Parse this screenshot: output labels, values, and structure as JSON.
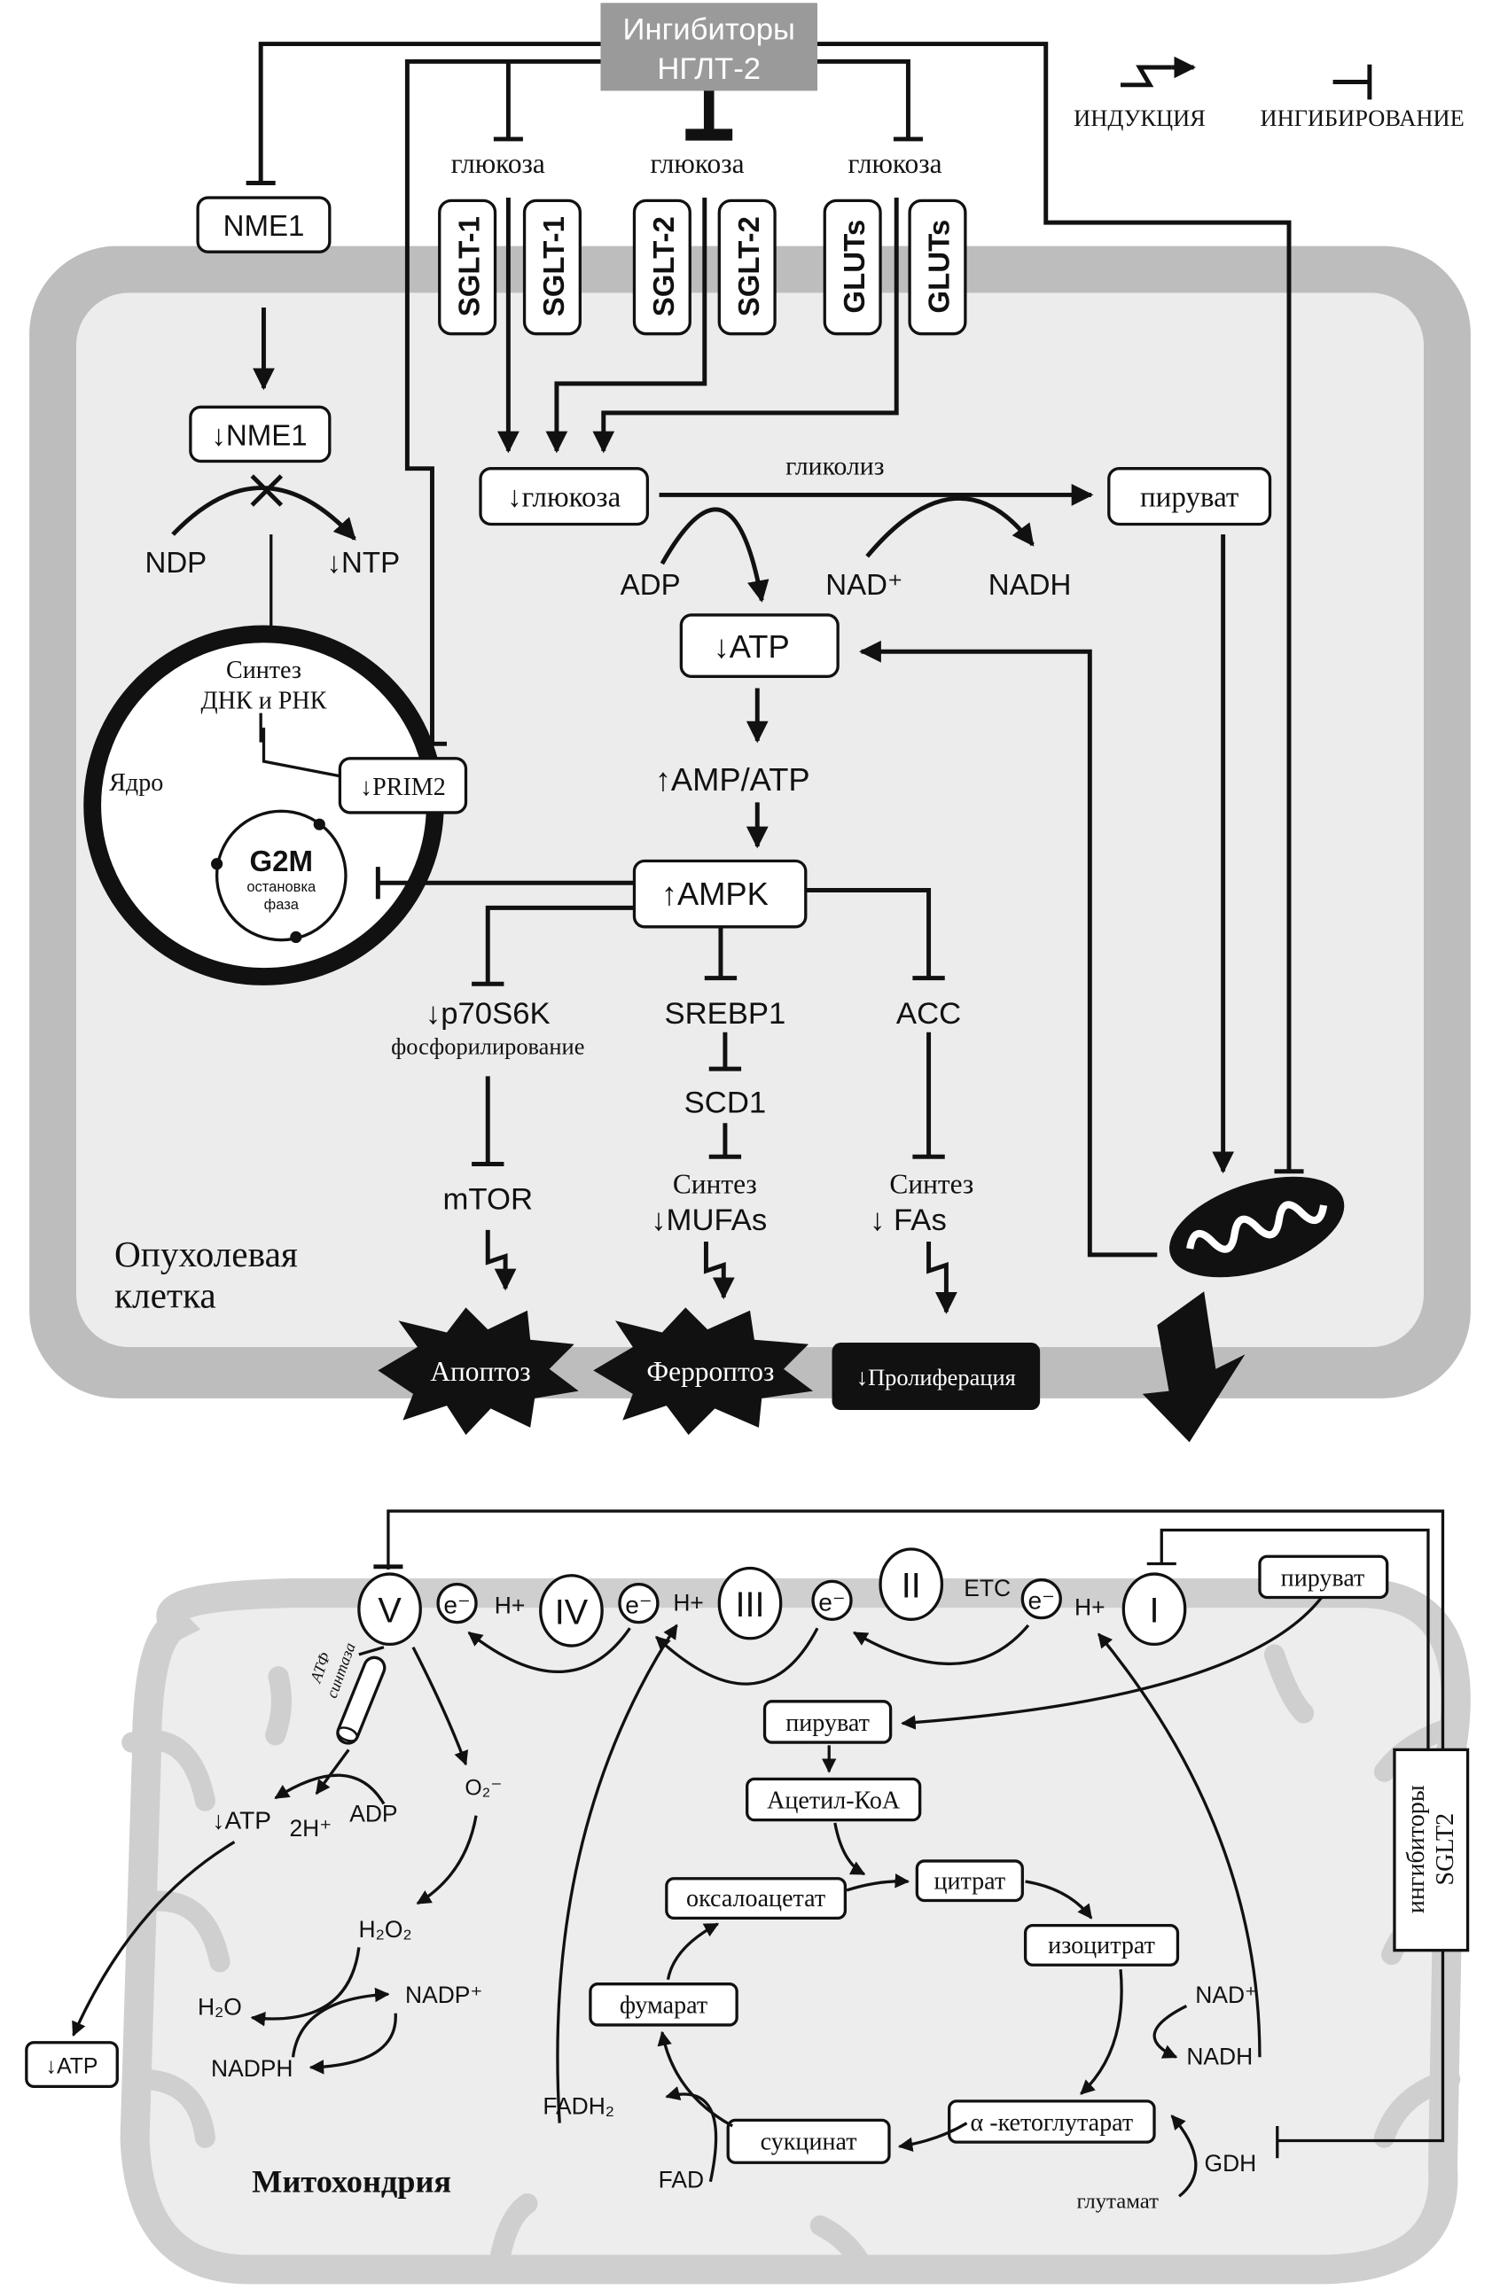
{
  "header": {
    "line1": "Ингибиторы",
    "line2": "НГЛТ-2"
  },
  "legend": {
    "induction": "ИНДУКЦИЯ",
    "inhibition": "ИНГИБИРОВАНИЕ"
  },
  "cell": {
    "label_line1": "Опухолевая",
    "label_line2": "клетка",
    "glucose_labels": [
      "глюкоза",
      "глюкоза",
      "глюкоза"
    ],
    "transporters": [
      "SGLT-1",
      "SGLT-1",
      "SGLT-2",
      "SGLT-2",
      "GLUTs",
      "GLUTs"
    ],
    "nme1": "NME1",
    "nme1_down": "↓NME1",
    "ndp": "NDP",
    "ntp": "↓NTP",
    "synthesis_line1": "Синтез",
    "synthesis_line2": "ДНК и РНК",
    "nucleus": "Ядро",
    "prim2": "↓PRIM2",
    "g2m": "G2M",
    "g2m_sub1": "остановка",
    "g2m_sub2": "фаза",
    "glucose_down": "↓глюкоза",
    "glycolysis": "гликолиз",
    "pyruvate": "пируват",
    "adp": "ADP",
    "nad": "NAD⁺",
    "nadh": "NADH",
    "atp": "↓ATP",
    "amp_atp": "↑AMP/ATP",
    "ampk": "↑AMPK",
    "p70": "↓p70S6K",
    "phospho": "фосфорилирование",
    "srebp1": "SREBP1",
    "acc": "ACC",
    "scd1": "SCD1",
    "mtor": "mTOR",
    "mufa_line1": "Синтез",
    "mufa_line2": "↓MUFAs",
    "fa_line1": "Синтез",
    "fa_line2": "↓ FAs",
    "apoptosis": "Апоптоз",
    "ferroptosis": "Ферроптоз",
    "proliferation": "↓Пролиферация"
  },
  "mito": {
    "label": "Митохондрия",
    "complexes": [
      "V",
      "IV",
      "III",
      "II",
      "I"
    ],
    "electron": "e⁻",
    "proton": "H+",
    "etc": "ETC",
    "pyruvate_out": "пируват",
    "pyruvate_in": "пируват",
    "acetyl_coa": "Ацетил-КоА",
    "citrate": "цитрат",
    "oxaloacetate": "оксалоацетат",
    "isocitrate": "изоцитрат",
    "fumarate": "фумарат",
    "akg": "α -кетоглутарат",
    "succinate": "сукцинат",
    "nad": "NAD⁺",
    "nadh": "NADH",
    "fadh2": "FADH₂",
    "fad": "FAD",
    "gdh": "GDH",
    "glutamate": "глутамат",
    "atp_synthase_line1": "АТФ",
    "atp_synthase_line2": "синтаза",
    "atp": "↓ATP",
    "h2": "2H⁺",
    "adp": "ADP",
    "o2": "O₂⁻",
    "h2o2": "H₂O₂",
    "h2o": "H₂O",
    "nadp": "NADP⁺",
    "nadph": "NADPH",
    "atp_out": "↓ATP",
    "inhibitor_line1": "ингибиторы",
    "inhibitor_line2": "SGLT2"
  },
  "colors": {
    "header_bg": "#9a9a9a",
    "membrane": "#bdbdbd",
    "cytoplasm": "#ececec",
    "mito_membrane": "#cfcfcf"
  }
}
